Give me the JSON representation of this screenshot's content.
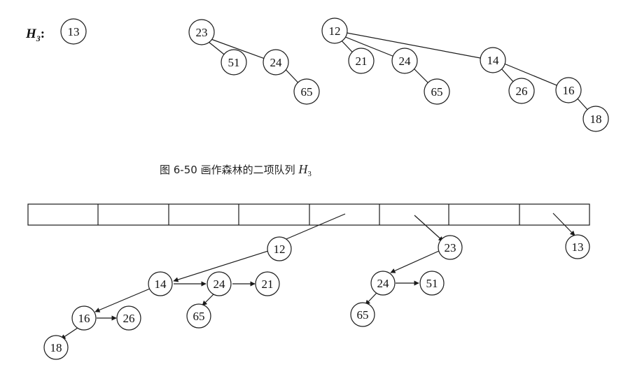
{
  "top": {
    "heap_label": "H",
    "heap_label_sub": "3",
    "heap_label_colon": ":",
    "trees": [
      {
        "edges": [],
        "nodes": [
          "13"
        ]
      },
      {
        "nodes": [
          "23",
          "51",
          "24",
          "65"
        ]
      },
      {
        "nodes": [
          "12",
          "21",
          "24",
          "65",
          "14",
          "26",
          "16",
          "18"
        ]
      }
    ]
  },
  "caption": {
    "prefix": "图 6-50   画作森林的二项队列 ",
    "var": "H",
    "sub": "3"
  },
  "bottom": {
    "array_cells": 8,
    "nodes": [
      "12",
      "14",
      "24",
      "21",
      "16",
      "26",
      "65",
      "18",
      "23",
      "24",
      "51",
      "65",
      "13"
    ]
  }
}
